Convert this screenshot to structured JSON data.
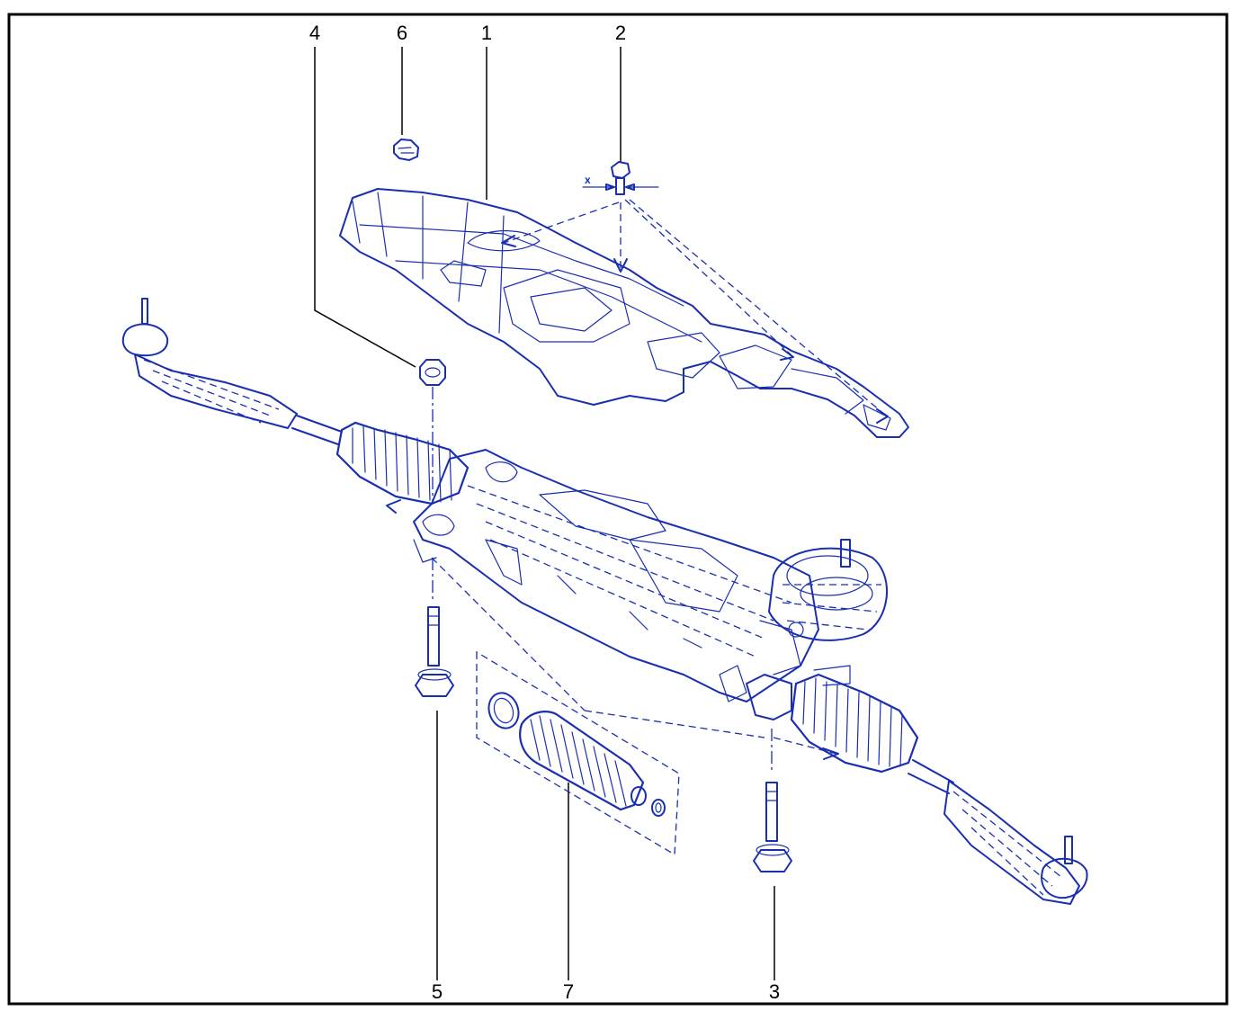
{
  "callouts": [
    {
      "id": "1",
      "label": "1"
    },
    {
      "id": "2",
      "label": "2"
    },
    {
      "id": "3",
      "label": "3"
    },
    {
      "id": "4",
      "label": "4"
    },
    {
      "id": "5",
      "label": "5"
    },
    {
      "id": "6",
      "label": "6"
    },
    {
      "id": "7",
      "label": "7"
    }
  ],
  "dimension_label": "x",
  "colors": {
    "line": "#1a2fb0",
    "callout": "#000000",
    "frame": "#000000",
    "background": "#ffffff"
  }
}
